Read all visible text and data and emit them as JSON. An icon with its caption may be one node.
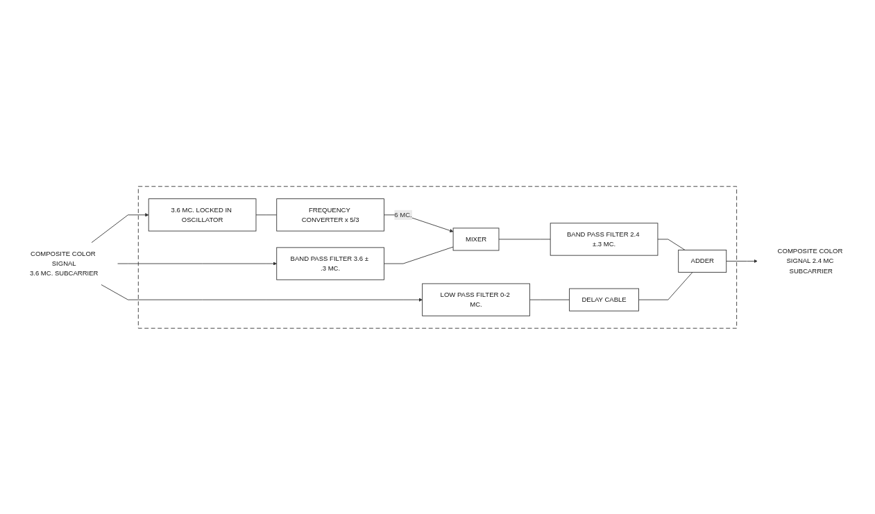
{
  "diagram": {
    "nodes": [
      {
        "text": [
          "COMPOSITE COLOR SIGNAL",
          "3.6 MC. SUBCARRIER"
        ]
      },
      {
        "text": [],
        "shape": "box"
      },
      {
        "text": [
          "3.6 MC. LOCKED IN OSCILLATOR"
        ],
        "in": 1
      },
      {
        "text": [
          "FREQUENCY CONVERTER x 5/3"
        ],
        "in": 1
      },
      {
        "text": [
          "BAND PASS FILTER 3.6 ± .3 MC."
        ],
        "in": 1
      },
      {
        "text": [
          "MIXER"
        ],
        "in": 1
      },
      {
        "text": [
          "BAND PASS FILTER 2.4 ±.3 MC."
        ],
        "in": 1
      },
      {
        "text": [
          "LOW PASS FILTER 0-2 MC."
        ],
        "in": 1
      },
      {
        "text": [
          "DELAY CABLE"
        ],
        "in": 1
      },
      {
        "text": [
          "ADDER"
        ],
        "in": 1
      },
      {
        "text": [
          "COMPOSITE COLOR SIGNAL 2.4 MC SUBCARRIER"
        ]
      }
    ],
    "edges": [
      {
        "from": 0,
        "to": 2,
        "arrow": "to"
      },
      {
        "from": 0,
        "to": 4,
        "arrow": "to"
      },
      {
        "from": 0,
        "to": 7,
        "arrow": "to"
      },
      {
        "from": 2,
        "to": 3,
        "arrow": "none"
      },
      {
        "from": 3,
        "to": 5,
        "arrow": "to",
        "label": "6 MC."
      },
      {
        "from": 4,
        "to": 5,
        "arrow": "none"
      },
      {
        "from": 5,
        "to": 6,
        "arrow": "none"
      },
      {
        "from": 6,
        "to": 9,
        "arrow": "none"
      },
      {
        "from": 7,
        "to": 8,
        "arrow": "none"
      },
      {
        "from": 8,
        "to": 9,
        "arrow": "none"
      },
      {
        "from": 9,
        "to": 10,
        "arrow": "to"
      }
    ]
  }
}
